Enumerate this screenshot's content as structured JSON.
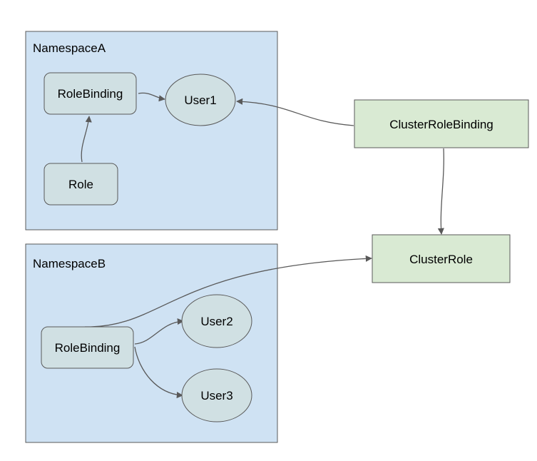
{
  "namespaces": {
    "a": {
      "label": "NamespaceA"
    },
    "b": {
      "label": "NamespaceB"
    }
  },
  "nodes": {
    "rolebinding_a": "RoleBinding",
    "role_a": "Role",
    "user1": "User1",
    "rolebinding_b": "RoleBinding",
    "user2": "User2",
    "user3": "User3",
    "clusterrolebinding": "ClusterRoleBinding",
    "clusterrole": "ClusterRole"
  },
  "colors": {
    "namespace_fill": "#cfe2f3",
    "node_fill": "#d0e0e3",
    "cluster_fill": "#d9ead3",
    "stroke": "#595959"
  }
}
